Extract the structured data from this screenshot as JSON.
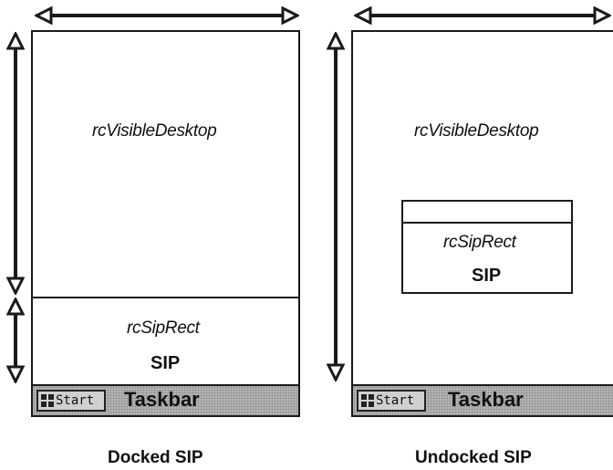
{
  "docked": {
    "visible_desktop_label": "rcVisibleDesktop",
    "sip_rect_label": "rcSipRect",
    "sip_label": "SIP",
    "start_label": "Start",
    "taskbar_label": "Taskbar",
    "caption": "Docked SIP"
  },
  "undocked": {
    "visible_desktop_label": "rcVisibleDesktop",
    "sip_rect_label": "rcSipRect",
    "sip_label": "SIP",
    "start_label": "Start",
    "taskbar_label": "Taskbar",
    "caption": "Undocked SIP"
  }
}
